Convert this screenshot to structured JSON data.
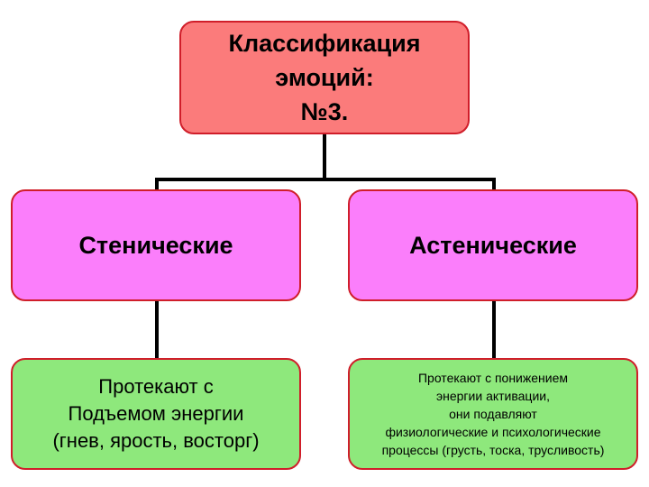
{
  "root": {
    "title": "Классификация\nэмоций:\n№3."
  },
  "categories": [
    {
      "label": "Стенические",
      "description": "Протекают с\nПодъемом энергии\n(гнев, ярость, восторг)"
    },
    {
      "label": "Астенические",
      "description": "Протекают с понижением\nэнергии активации,\nони подавляют\nфизиологические и психологические\nпроцессы  (грусть, тоска, трусливость)"
    }
  ],
  "colors": {
    "root_fill": "#fb7b7b",
    "category_fill": "#fb7efb",
    "description_fill": "#8ee87c",
    "border": "#d01e2a",
    "connector": "#000000"
  }
}
